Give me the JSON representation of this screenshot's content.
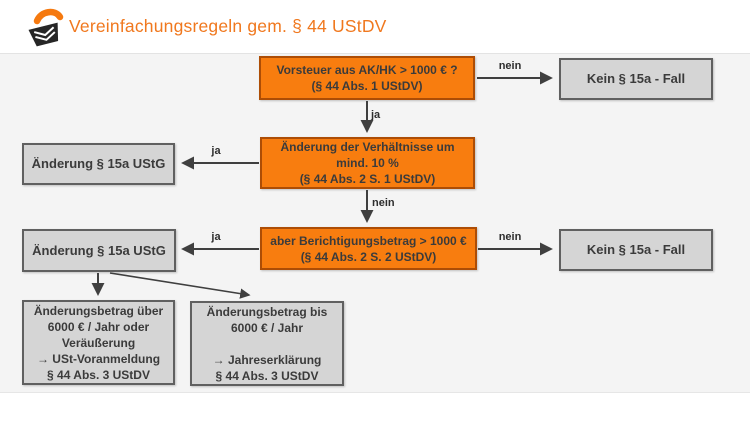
{
  "header": {
    "title": "Vereinfachungsregeln gem. § 44 UStDV",
    "logo": "brand-book-icon"
  },
  "colors": {
    "accent_orange": "#f0781e",
    "box_orange_fill": "#f87d0f",
    "box_orange_border": "#ad4d05",
    "box_gray_fill": "#d5d5d5",
    "box_gray_border": "#606060",
    "arrow": "#3f3f3f",
    "canvas_bg": "#f4f4f4"
  },
  "flowchart": {
    "nodes": [
      {
        "id": "vorsteuer-frage",
        "style": "orange",
        "lines": [
          "Vorsteuer aus AK/HK > 1000 € ?",
          "(§ 44 Abs. 1 UStDV)"
        ]
      },
      {
        "id": "kein-15a-fall-oben",
        "style": "gray",
        "lines": [
          "Kein § 15a - Fall"
        ]
      },
      {
        "id": "aenderung-verhaeltnisse",
        "style": "orange",
        "lines": [
          "Änderung der Verhältnisse um",
          "mind. 10 %",
          "(§ 44 Abs. 2 S. 1 UStDV)"
        ]
      },
      {
        "id": "aenderung-15a-oben",
        "style": "gray",
        "lines": [
          "Änderung § 15a UStG"
        ]
      },
      {
        "id": "berichtigungsbetrag",
        "style": "orange",
        "lines": [
          "aber Berichtigungsbetrag > 1000 €",
          "(§ 44 Abs. 2 S. 2 UStDV)"
        ]
      },
      {
        "id": "aenderung-15a-unten",
        "style": "gray",
        "lines": [
          "Änderung § 15a UStG"
        ]
      },
      {
        "id": "kein-15a-fall-unten",
        "style": "gray",
        "lines": [
          "Kein § 15a - Fall"
        ]
      },
      {
        "id": "betrag-ueber-6000",
        "style": "gray",
        "lines": [
          "Änderungsbetrag über",
          "6000 € / Jahr oder",
          "Veräußerung",
          "→ USt-Voranmeldung",
          "§ 44 Abs. 3 UStDV"
        ]
      },
      {
        "id": "betrag-bis-6000",
        "style": "gray",
        "lines": [
          "Änderungsbetrag bis",
          "6000 € / Jahr",
          "",
          "→ Jahreserklärung",
          "§ 44 Abs. 3 UStDV"
        ]
      }
    ],
    "edges": [
      {
        "from": "vorsteuer-frage",
        "to": "kein-15a-fall-oben",
        "label": "nein"
      },
      {
        "from": "vorsteuer-frage",
        "to": "aenderung-verhaeltnisse",
        "label": "ja"
      },
      {
        "from": "aenderung-verhaeltnisse",
        "to": "aenderung-15a-oben",
        "label": "ja"
      },
      {
        "from": "aenderung-verhaeltnisse",
        "to": "berichtigungsbetrag",
        "label": "nein"
      },
      {
        "from": "berichtigungsbetrag",
        "to": "aenderung-15a-unten",
        "label": "ja"
      },
      {
        "from": "berichtigungsbetrag",
        "to": "kein-15a-fall-unten",
        "label": "nein"
      },
      {
        "from": "aenderung-15a-unten",
        "to": "betrag-ueber-6000",
        "label": ""
      },
      {
        "from": "aenderung-15a-unten",
        "to": "betrag-bis-6000",
        "label": ""
      }
    ]
  }
}
